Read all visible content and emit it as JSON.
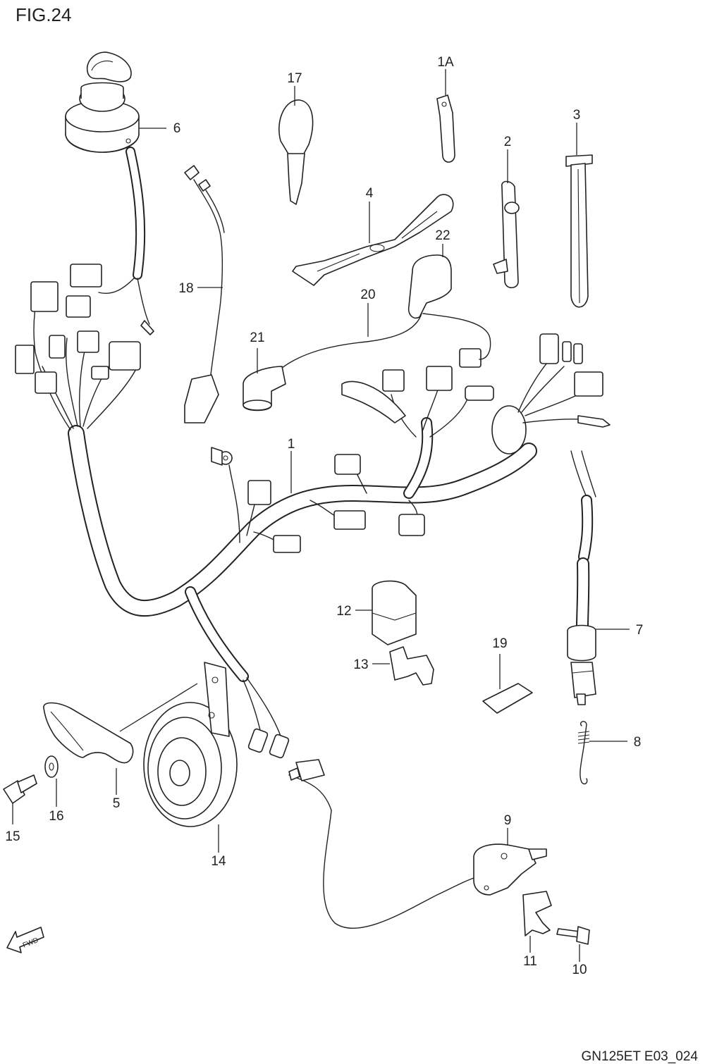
{
  "figure_title": "FIG.24",
  "diagram_code": "GN125ET E03_024",
  "fwd_label": "FWD",
  "parts": [
    {
      "id": "main-wiring-harness",
      "label": "1"
    },
    {
      "id": "harness-clamp-1a",
      "label": "1A"
    },
    {
      "id": "harness-clamp",
      "label": "2"
    },
    {
      "id": "harness-band",
      "label": "3"
    },
    {
      "id": "holder-plate",
      "label": "4"
    },
    {
      "id": "horn-strap",
      "label": "5"
    },
    {
      "id": "ignition-switch",
      "label": "6"
    },
    {
      "id": "rear-stop-switch",
      "label": "7"
    },
    {
      "id": "switch-spring",
      "label": "8"
    },
    {
      "id": "front-stop-switch",
      "label": "9"
    },
    {
      "id": "screw",
      "label": "10"
    },
    {
      "id": "switch-bracket",
      "label": "11"
    },
    {
      "id": "relay",
      "label": "12"
    },
    {
      "id": "relay-bracket",
      "label": "13"
    },
    {
      "id": "horn",
      "label": "14"
    },
    {
      "id": "bolt",
      "label": "15"
    },
    {
      "id": "washer",
      "label": "16"
    },
    {
      "id": "key",
      "label": "17"
    },
    {
      "id": "lead-wire",
      "label": "18"
    },
    {
      "id": "cushion-pad",
      "label": "19"
    },
    {
      "id": "plug-cap-wire",
      "label": "20"
    },
    {
      "id": "cap-cover",
      "label": "21"
    },
    {
      "id": "cap-boot",
      "label": "22"
    }
  ]
}
